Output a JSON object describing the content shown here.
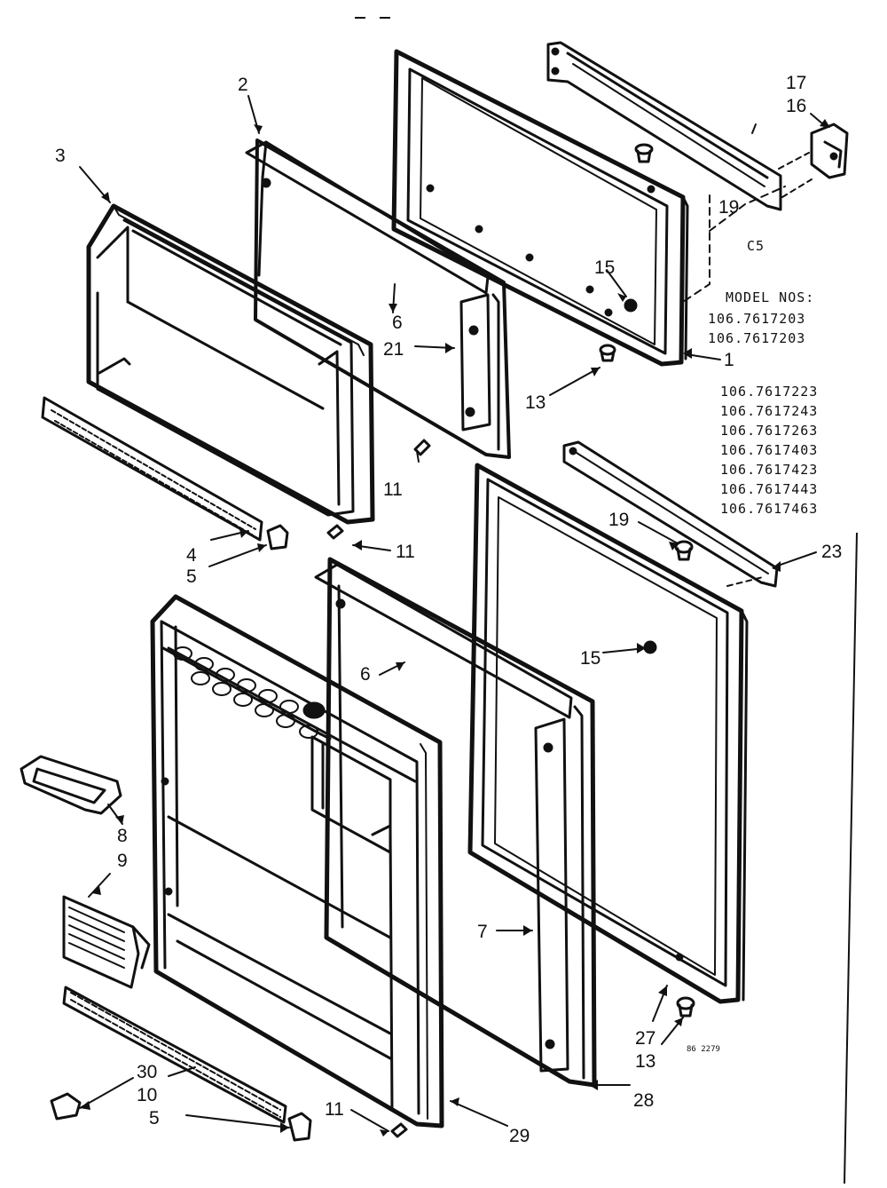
{
  "model_header": "MODEL NOS:",
  "model_numbers": [
    "106.7617203",
    "106.7617203",
    "106.7617223",
    "106.7617243",
    "106.7617263",
    "106.7617403",
    "106.7617423",
    "106.7617443",
    "106.7617463"
  ],
  "section_code": "C5",
  "drawing_id": "86 2279",
  "callouts": {
    "c1": "1",
    "c2": "2",
    "c3": "3",
    "c4": "4",
    "c5a": "5",
    "c5b": "5",
    "c6a": "6",
    "c6b": "6",
    "c7": "7",
    "c8": "8",
    "c9": "9",
    "c10": "10",
    "c11a": "11",
    "c11b": "11",
    "c11c": "11",
    "c13a": "13",
    "c13b": "13",
    "c15a": "15",
    "c15b": "15",
    "c16": "16",
    "c17": "17",
    "c19a": "19",
    "c19b": "19",
    "c21": "21",
    "c23": "23",
    "c27": "27",
    "c28": "28",
    "c29": "29",
    "c30": "30"
  }
}
